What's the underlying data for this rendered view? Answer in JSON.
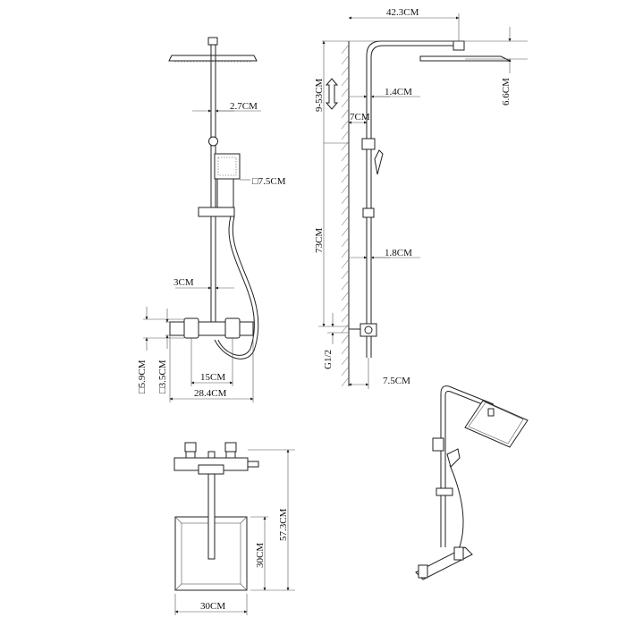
{
  "front_view": {
    "pipe_offset": "2.7CM",
    "handshower_size": "□7.5CM",
    "bar_width": "3CM",
    "valve_height": "□5.9CM",
    "valve_depth": "□3.5CM",
    "inlet_spacing": "15CM",
    "valve_width": "28.4CM"
  },
  "side_view": {
    "arm_length": "42.3CM",
    "head_height": "6.6CM",
    "adjust_range": "9-53CM",
    "pipe_gap": "1.4CM",
    "wall_offset": "7CM",
    "bar_height": "73CM",
    "pipe_diameter": "1.8CM",
    "thread": "G1/2",
    "valve_offset": "7.5CM"
  },
  "top_view": {
    "total_depth": "57.3CM",
    "head_depth": "30CM",
    "head_width": "30CM"
  }
}
